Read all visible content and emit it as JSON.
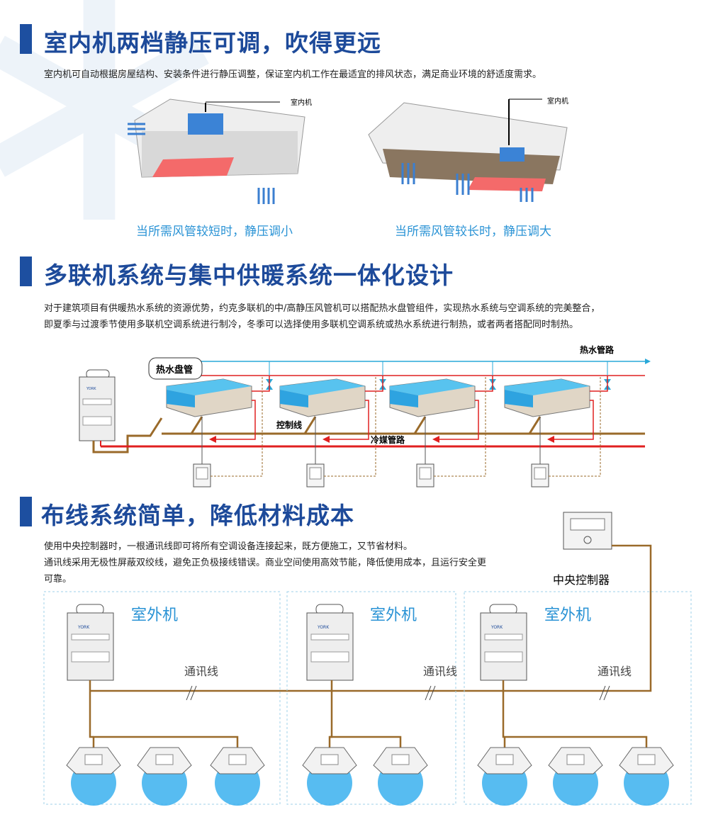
{
  "section1": {
    "title": "室内机两档静压可调，吹得更远",
    "body": "室内机可自动根据房屋结构、安装条件进行静压调整，保证室内机工作在最适宜的排风状态，满足商业环境的舒适度需求。",
    "indoor_label": "室内机",
    "caption_short": "当所需风管较短时，静压调小",
    "caption_long": "当所需风管较长时，静压调大"
  },
  "section2": {
    "title": "多联机系统与集中供暖系统一体化设计",
    "body_lines": [
      "对于建筑项目有供暖热水系统的资源优势，约克多联机的中/高静压风管机可以搭配热水盘管组件，实现热水系统与空调系统的完美整合，",
      "即夏季与过渡季节使用多联机空调系统进行制冷，冬季可以选择使用多联机空调系统或热水系统进行制热，或者两者搭配同时制热。"
    ],
    "hot_water_coil": "热水盘管",
    "hot_water_pipe": "热水管路",
    "control_line": "控制线",
    "refrigerant_pipe": "冷媒管路",
    "brand": "YORK"
  },
  "section3": {
    "title": "布线系统简单，降低材料成本",
    "body_lines": [
      "使用中央控制器时，一根通讯线即可将所有空调设备连接起来，既方便施工，又节省材料。",
      "通讯线采用无极性屏蔽双绞线，避免正负极接线错误。商业空间使用高效节能，降低使用成本，且运行安全更",
      "可靠。"
    ],
    "central_controller": "中央控制器",
    "outdoor_unit": "室外机",
    "comm_line": "通讯线"
  },
  "colors": {
    "heading": "#1d4a9a",
    "caption": "#2a93d5",
    "wire": "#8b5a1e",
    "refrigerant": "#e02020",
    "water": "#29a8d8"
  }
}
